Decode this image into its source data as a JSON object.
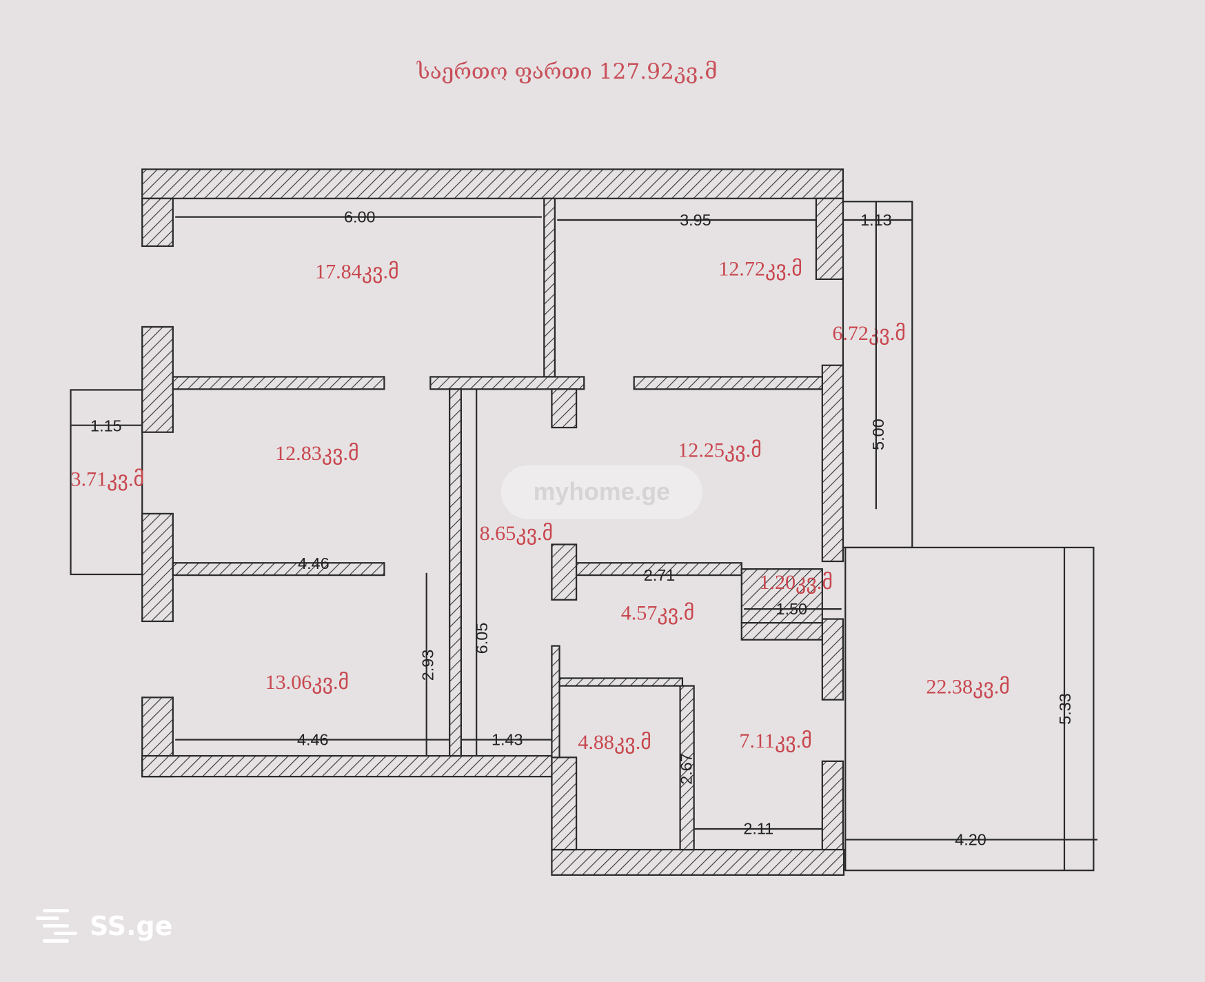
{
  "title": "საერთო ფართი 127.92კვ.მ",
  "unit": "კვ.მ",
  "rooms": [
    {
      "area": "17.84"
    },
    {
      "area": "12.72"
    },
    {
      "area": "6.72"
    },
    {
      "area": "3.71"
    },
    {
      "area": "12.83"
    },
    {
      "area": "12.25"
    },
    {
      "area": "8.65"
    },
    {
      "area": "1.20"
    },
    {
      "area": "4.57"
    },
    {
      "area": "13.06"
    },
    {
      "area": "22.38"
    },
    {
      "area": "4.88"
    },
    {
      "area": "7.11"
    }
  ],
  "dimensions": [
    "6.00",
    "3.95",
    "1.13",
    "5.00",
    "1.15",
    "4.46",
    "2.71",
    "1.50",
    "6.05",
    "2.93",
    "4.46",
    "1.43",
    "2.67",
    "2.11",
    "4.20",
    "5.33"
  ],
  "watermark": "myhome.ge",
  "logo": "SS.ge"
}
